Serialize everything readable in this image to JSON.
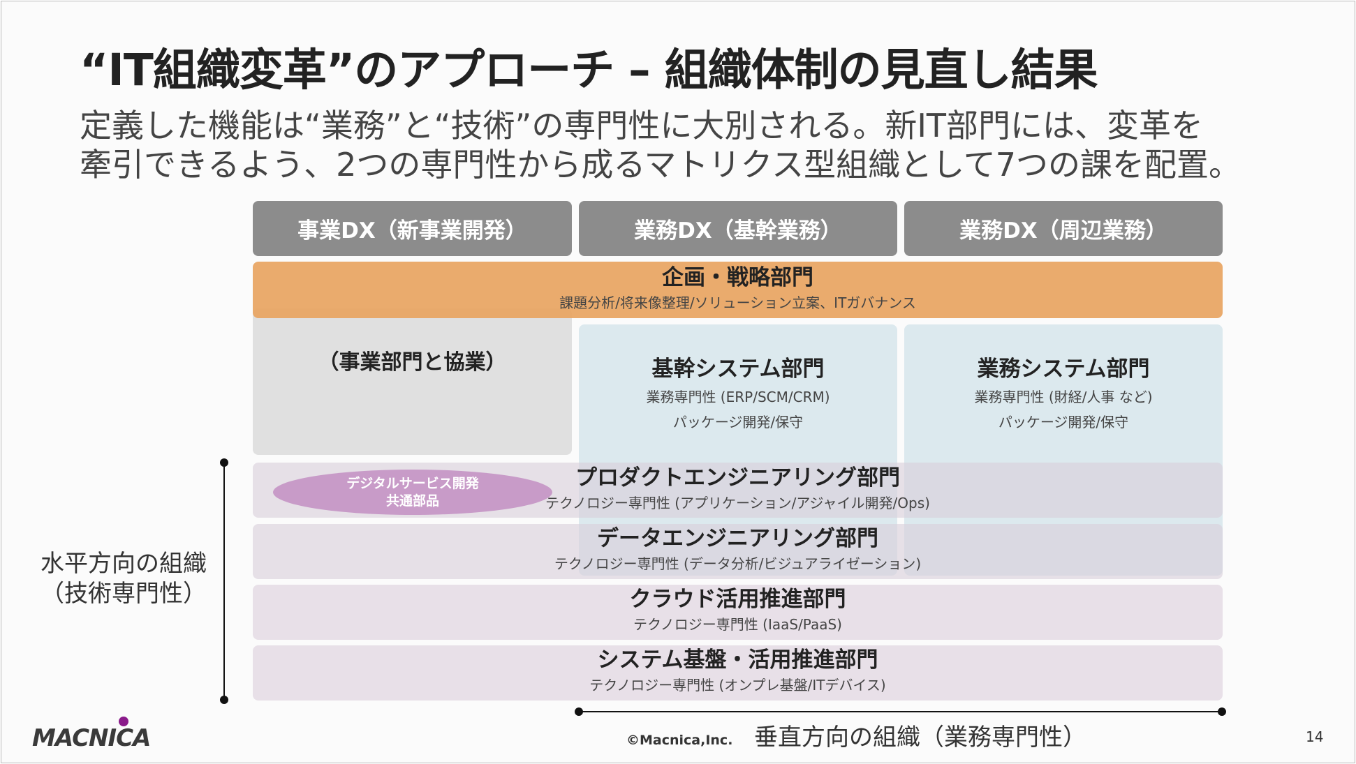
{
  "title": "“IT組織変革”のアプローチ – 組織体制の見直し結果",
  "subtitle": {
    "line1": "定義した機能は“業務”と“技術”の専門性に大別される。新IT部門には、変革を",
    "line2": "牽引できるよう、2つの専門性から成るマトリクス型組織として7つの課を配置。"
  },
  "columns": [
    "事業DX（新事業開発）",
    "業務DX（基幹業務）",
    "業務DX（周辺業務）"
  ],
  "planning": {
    "name": "企画・戦略部門",
    "desc": "課題分析/将来像整理/ソリューション立案、ITガバナンス"
  },
  "business_collab": "（事業部門と協業）",
  "core_system": {
    "name": "基幹システム部門",
    "desc1": "業務専門性 (ERP/SCM/CRM)",
    "desc2": "パッケージ開発/保守"
  },
  "biz_system": {
    "name": "業務システム部門",
    "desc1": "業務専門性 (財経/人事 など)",
    "desc2": "パッケージ開発/保守"
  },
  "digital_service": {
    "line1": "デジタルサービス開発",
    "line2": "共通部品"
  },
  "tech_rows": [
    {
      "name": "プロダクトエンジニアリング部門",
      "desc": "テクノロジー専門性 (アプリケーション/アジャイル開発/Ops)"
    },
    {
      "name": "データエンジニアリング部門",
      "desc": "テクノロジー専門性 (データ分析/ビジュアライゼーション)"
    },
    {
      "name": "クラウド活用推進部門",
      "desc": "テクノロジー専門性 (IaaS/PaaS)"
    },
    {
      "name": "システム基盤・活用推進部門",
      "desc": "テクノロジー専門性 (オンプレ基盤/ITデバイス)"
    }
  ],
  "horizontal_axis": {
    "line1": "水平方向の組織",
    "line2": "（技術専門性）"
  },
  "vertical_axis": "垂直方向の組織（業務専門性）",
  "footer": {
    "logo": "MACNICA",
    "copyright": "©Macnica,Inc.",
    "page_number": "14"
  },
  "colors": {
    "column_header": "#8c8c8c",
    "planning": "#e8a461",
    "collab_panel": "#e0e0e0",
    "system_panel": "#dce9ee",
    "tech_band": "#e8e0e8",
    "digital_ellipse": "#c89bc8",
    "logo": "#3a3a3a",
    "logo_dot": "#8a1a8a"
  }
}
